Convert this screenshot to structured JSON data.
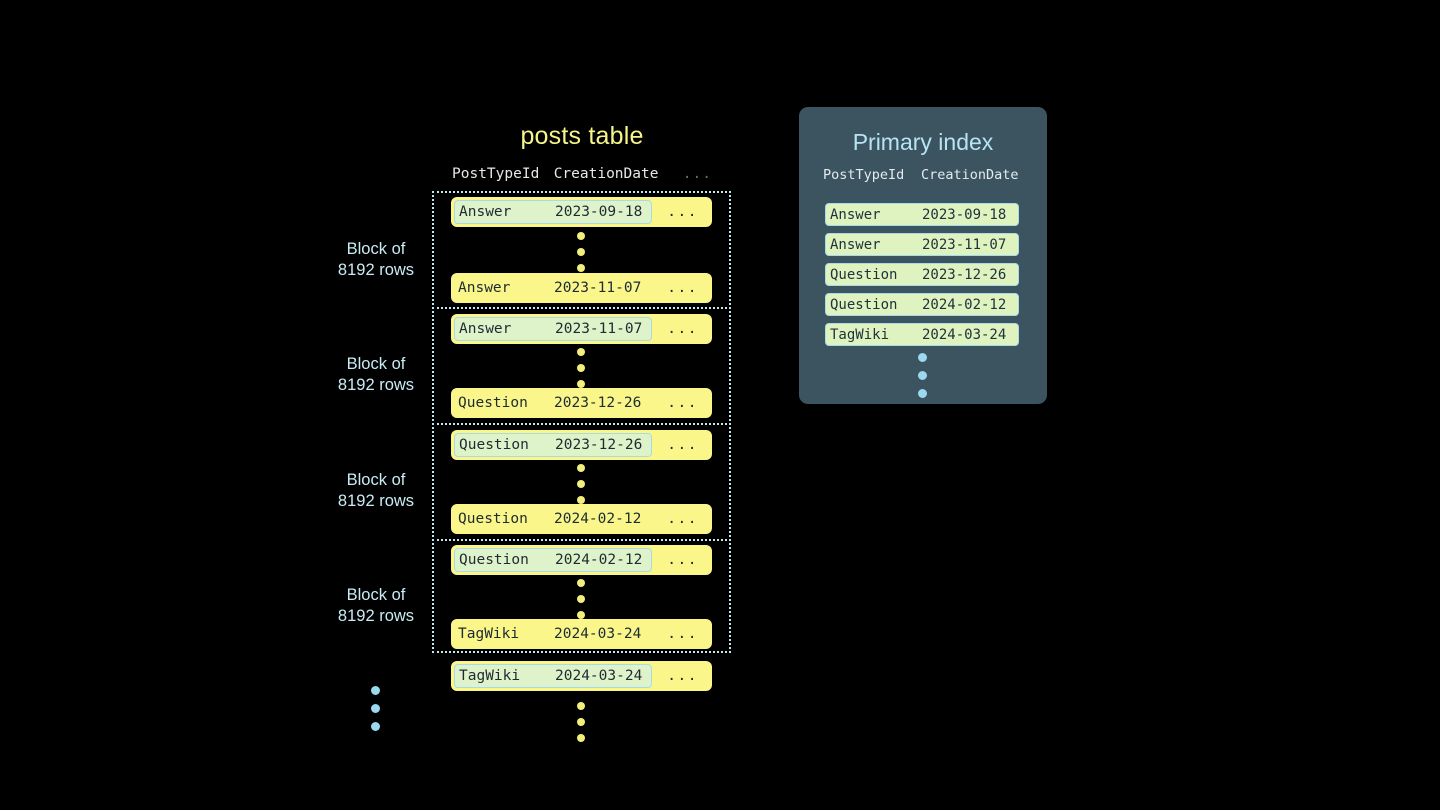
{
  "theme": {
    "background": "#000000",
    "row_yellow": "#fbf68a",
    "highlight_green": "#dff3cb",
    "panel_slate": "#3c5360",
    "accent_cyan": "#b6e4f5",
    "title_yellow": "#f5f58a",
    "text_dark": "#1d2b33"
  },
  "posts_table": {
    "title": "posts table",
    "columns": [
      "PostTypeId",
      "CreationDate",
      "..."
    ],
    "blocks": [
      {
        "label_line1": "Block of",
        "label_line2": "8192 rows",
        "first_row": {
          "post_type_id": "Answer",
          "creation_date": "2023-09-18",
          "more": "...",
          "highlighted": true
        },
        "last_row": {
          "post_type_id": "Answer",
          "creation_date": "2023-11-07",
          "more": "...",
          "highlighted": false
        }
      },
      {
        "label_line1": "Block of",
        "label_line2": "8192 rows",
        "first_row": {
          "post_type_id": "Answer",
          "creation_date": "2023-11-07",
          "more": "...",
          "highlighted": true
        },
        "last_row": {
          "post_type_id": "Question",
          "creation_date": "2023-12-26",
          "more": "...",
          "highlighted": false
        }
      },
      {
        "label_line1": "Block of",
        "label_line2": "8192 rows",
        "first_row": {
          "post_type_id": "Question",
          "creation_date": "2023-12-26",
          "more": "...",
          "highlighted": true
        },
        "last_row": {
          "post_type_id": "Question",
          "creation_date": "2024-02-12",
          "more": "...",
          "highlighted": false
        }
      },
      {
        "label_line1": "Block of",
        "label_line2": "8192 rows",
        "first_row": {
          "post_type_id": "Question",
          "creation_date": "2024-02-12",
          "more": "...",
          "highlighted": true
        },
        "last_row": {
          "post_type_id": "TagWiki",
          "creation_date": "2024-03-24",
          "more": "...",
          "highlighted": false
        }
      }
    ],
    "trailing_row": {
      "post_type_id": "TagWiki",
      "creation_date": "2024-03-24",
      "more": "...",
      "highlighted": true
    }
  },
  "primary_index": {
    "title": "Primary index",
    "columns": [
      "PostTypeId",
      "CreationDate"
    ],
    "rows": [
      {
        "post_type_id": "Answer",
        "creation_date": "2023-09-18"
      },
      {
        "post_type_id": "Answer",
        "creation_date": "2023-11-07"
      },
      {
        "post_type_id": "Question",
        "creation_date": "2023-12-26"
      },
      {
        "post_type_id": "Question",
        "creation_date": "2024-02-12"
      },
      {
        "post_type_id": "TagWiki",
        "creation_date": "2024-03-24"
      }
    ]
  }
}
